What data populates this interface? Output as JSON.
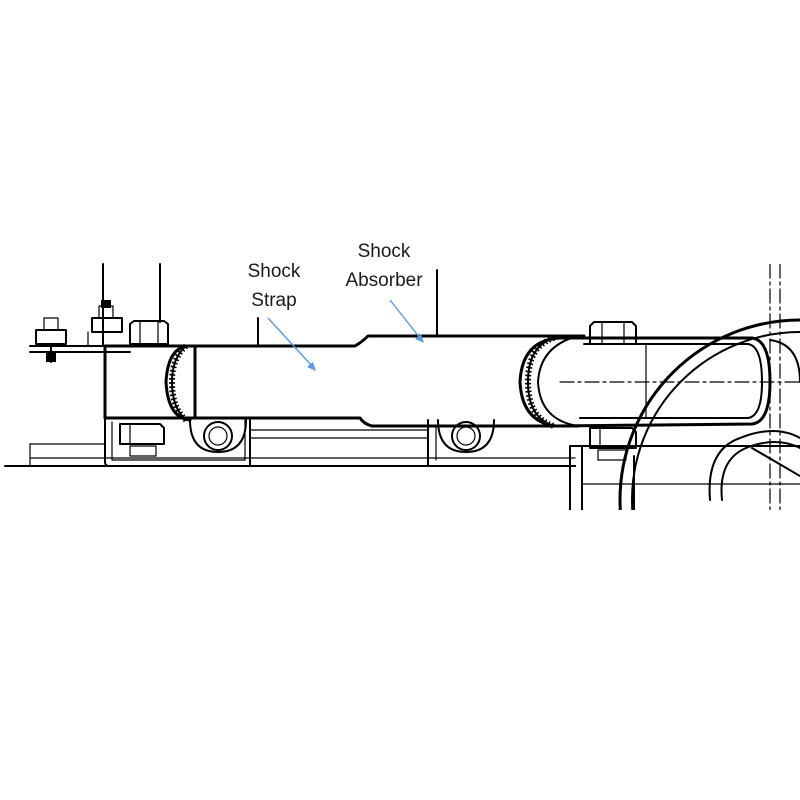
{
  "labels": {
    "shock_strap_line1": "Shock",
    "shock_strap_line2": "Strap",
    "shock_absorber_line1": "Shock",
    "shock_absorber_line2": "Absorber"
  },
  "colors": {
    "leader": "#5b9bd5",
    "linework": "#000000",
    "background": "#ffffff"
  }
}
